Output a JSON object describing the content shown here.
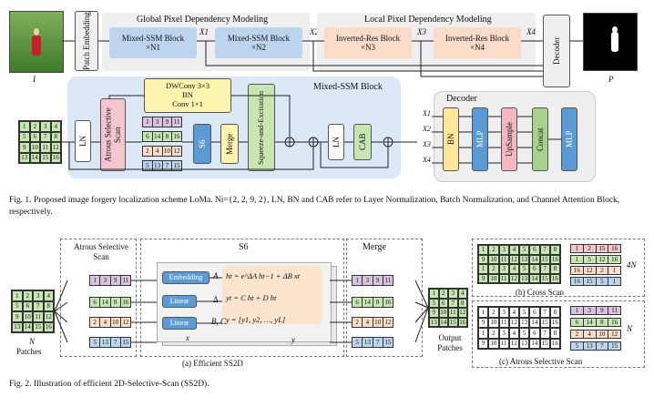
{
  "fig1": {
    "input_label": "I",
    "patch_embedding": "Patch Embedding",
    "global_title": "Global Pixel Dependency Modeling",
    "local_title": "Local Pixel Dependency Modeling",
    "mixed_ssm_1": "Mixed-SSM Block",
    "mixed_ssm_1_n": "×N1",
    "mixed_ssm_2": "Mixed-SSM Block",
    "mixed_ssm_2_n": "×N2",
    "inv_res_1": "Inverted-Res Block",
    "inv_res_1_n": "×N3",
    "inv_res_2": "Inverted-Res Block",
    "inv_res_2_n": "×N4",
    "x1": "X1",
    "x2": "X2",
    "x3": "X3",
    "x4": "X4",
    "decoder": "Decoder",
    "output_label": "P",
    "mixed_ssm_title": "Mixed-SSM Block",
    "ln": "LN",
    "atrous": "Atrous Selective Scan",
    "dwconv": "DWConv 3×3",
    "bn": "BN",
    "conv1": "Conv 1×1",
    "s6": "S6",
    "merge": "Merge",
    "squeeze": "Squeeze-and-Excitation",
    "ln2": "LN",
    "cab": "CAB",
    "decoder_title": "Decoder",
    "dec_bn": "BN",
    "dec_mlp1": "MLP",
    "dec_upsample": "UpSample",
    "dec_concat": "Concat",
    "dec_mlp2": "MLP",
    "dec_x1": "X1",
    "dec_x2": "X2",
    "dec_x3": "X3",
    "dec_x4": "X4",
    "grid": [
      "1",
      "2",
      "3",
      "4",
      "5",
      "6",
      "7",
      "8",
      "9",
      "10",
      "11",
      "12",
      "13",
      "14",
      "15",
      "16"
    ],
    "row_a": [
      "1",
      "3",
      "9",
      "11"
    ],
    "row_b": [
      "6",
      "14",
      "8",
      "16"
    ],
    "row_c": [
      "2",
      "4",
      "10",
      "12"
    ],
    "row_d": [
      "5",
      "13",
      "7",
      "15"
    ],
    "caption": "Fig. 1.  Proposed image forgery localization scheme LoMa. Ni={2, 2, 9, 2}, LN, BN and CAB refer to Layer Normalization, Batch Normalization, and Channel Attention Block, respectively."
  },
  "fig2": {
    "atrous_title": "Atrous Selective Scan",
    "s6_title": "S6",
    "merge_title": "Merge",
    "n_label": "N",
    "patches": "Patches",
    "embedding": "Embedding",
    "linear1": "Linear",
    "linear2": "Linear",
    "a_label": "A",
    "delta_label": "Δ",
    "bc_label": "B, C",
    "x_label": "x",
    "y_label": "y",
    "eq1": "ht = e^ΔA ht−1 + ΔB xt",
    "eq2": "yt = C ht + D ht",
    "eq3": "y = [y1, y2, …, yL]",
    "efficient": "(a) Efficient SS2D",
    "output_patches": "Output Patches",
    "cross_scan": "(b) Cross Scan",
    "atrous_scan": "(c) Atrous Selective Scan",
    "four_n": "4N",
    "n2": "N",
    "cross_rows": [
      [
        "1",
        "2",
        "15",
        "16"
      ],
      [
        "1",
        "5",
        "12",
        "16"
      ],
      [
        "16",
        "12",
        "2",
        "1"
      ],
      [
        "16",
        "15",
        "5",
        "1"
      ]
    ],
    "caption": "Fig. 2.  Illustration of efficient 2D-Selective-Scan (SS2D)."
  },
  "colors": {
    "blue_panel": "#dce8f5",
    "blue_block": "#bcd4ee",
    "orange_block": "#fadcc8",
    "gray_panel": "#efefef",
    "yellow": "#fff3b0",
    "green": "#c8e6b4",
    "purple": "#d8c4e0",
    "pink": "#f2c6cc",
    "teal": "#bfe6dc",
    "mlp_blue": "#5b9bd5",
    "bn_yellow": "#ffe699",
    "upsample_pink": "#f4b6c2",
    "concat_green": "#a9d18e"
  }
}
